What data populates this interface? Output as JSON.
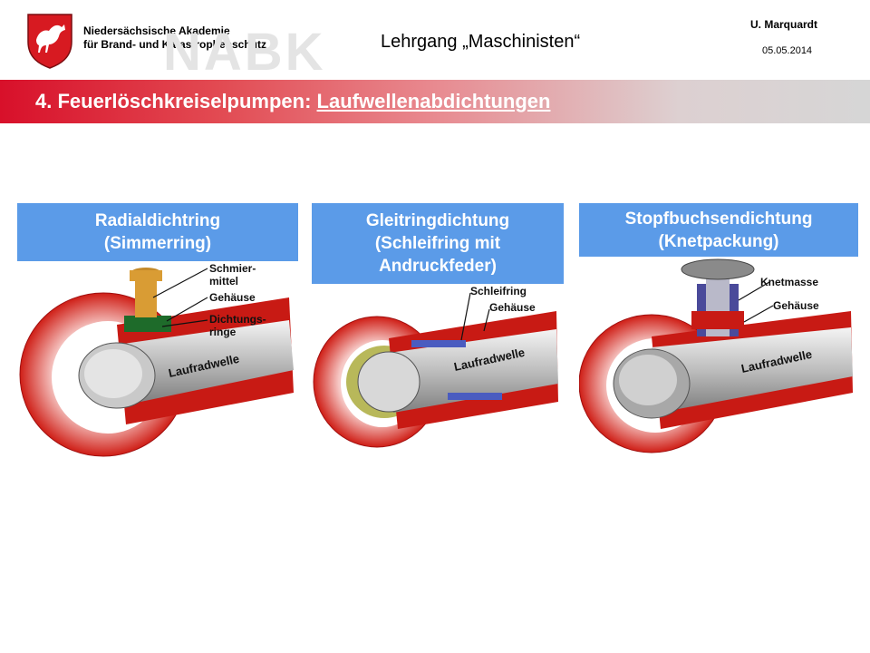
{
  "header": {
    "org_line1": "Niedersächsische Akademie",
    "org_line2": "für Brand- und Katastrophenschutz",
    "watermark": "NABK",
    "course": "Lehrgang „Maschinisten“",
    "author": "U. Marquardt",
    "date": "05.05.2014"
  },
  "title": {
    "prefix": "4. Feuerlöschkreiselpumpen: ",
    "underlined": "Laufwellenabdichtungen"
  },
  "panels": [
    {
      "heading_line1": "Radialdichtring",
      "heading_line2": "(Simmerring)",
      "labels": {
        "a": "Schmier-",
        "b": "mittel",
        "c": "Gehäuse",
        "d": "Dichtungs-",
        "e": "ringe",
        "shaft": "Laufradwelle"
      }
    },
    {
      "heading_line1": "Gleitringdichtung",
      "heading_line2": "(Schleifring mit",
      "heading_line3": "Andruckfeder)",
      "labels": {
        "a": "Schleifring",
        "b": "Gehäuse",
        "shaft": "Laufradwelle"
      }
    },
    {
      "heading_line1": "Stopfbuchsendichtung",
      "heading_line2": "(Knetpackung)",
      "labels": {
        "a": "Knetmasse",
        "b": "Gehäuse",
        "shaft": "Laufradwelle"
      }
    }
  ],
  "colors": {
    "accent_red": "#d8102a",
    "label_blue": "#5b9be8",
    "housing_red": "#d42018"
  }
}
